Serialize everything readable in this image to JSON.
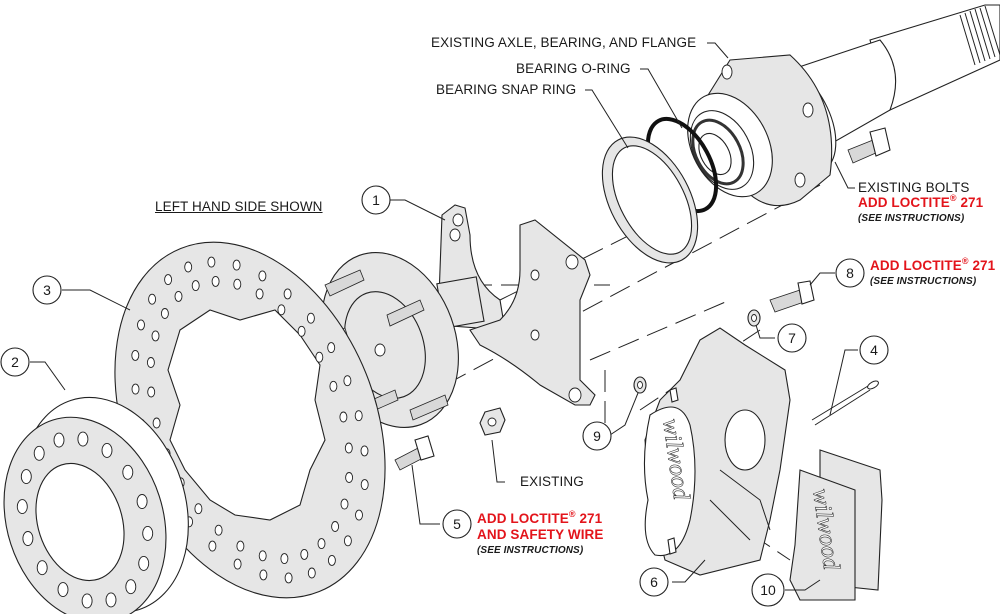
{
  "diagram": {
    "title_note": "LEFT HAND SIDE SHOWN",
    "accent_color": "#e3141b",
    "labels": {
      "axle": "EXISTING AXLE, BEARING, AND FLANGE",
      "oring": "BEARING O-RING",
      "snap_ring": "BEARING SNAP RING",
      "existing_bolts": "EXISTING BOLTS",
      "existing_nut": "EXISTING"
    },
    "notes": {
      "bolts_loctite": "ADD LOCTITE",
      "bolts_loctite_num": "271",
      "bolts_see": "(SEE INSTRUCTIONS)",
      "item8_loctite": "ADD LOCTITE",
      "item8_loctite_num": "271",
      "item8_see": "(SEE INSTRUCTIONS)",
      "item5_loctite": "ADD LOCTITE",
      "item5_loctite_num": "271",
      "item5_wire": "AND SAFETY WIRE",
      "item5_see": "(SEE INSTRUCTIONS)",
      "registered": "®"
    },
    "callouts": [
      "1",
      "2",
      "3",
      "4",
      "5",
      "6",
      "7",
      "8",
      "9",
      "10"
    ],
    "brand_logo": "wilwood",
    "parts": [
      {
        "id": "1",
        "name": "caliper bracket"
      },
      {
        "id": "2",
        "name": "hub adapter / drum hat"
      },
      {
        "id": "3",
        "name": "drilled rotor"
      },
      {
        "id": "4",
        "name": "cotter pin"
      },
      {
        "id": "5",
        "name": "rotor bolt"
      },
      {
        "id": "6",
        "name": "caliper"
      },
      {
        "id": "7",
        "name": "washer"
      },
      {
        "id": "8",
        "name": "caliper bolt"
      },
      {
        "id": "9",
        "name": "washer"
      },
      {
        "id": "10",
        "name": "brake pads"
      }
    ]
  }
}
